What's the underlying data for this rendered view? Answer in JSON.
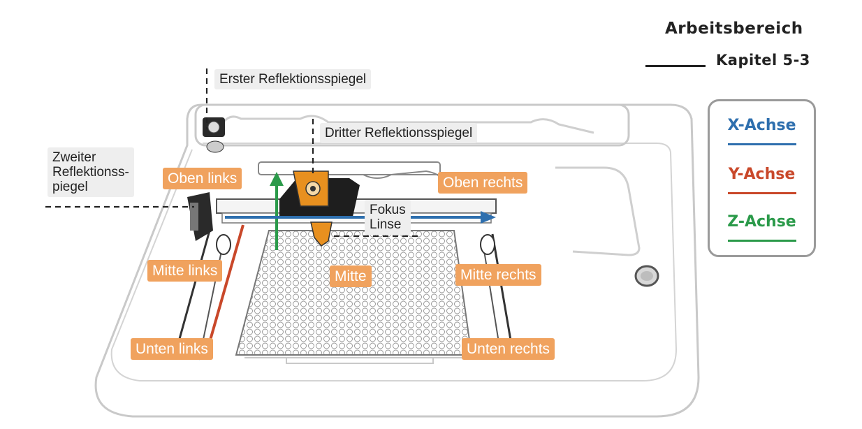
{
  "header": {
    "title": "Arbeitsbereich",
    "subtitle": "Kapitel 5-3"
  },
  "legend": {
    "items": [
      {
        "label": "X-Achse",
        "color": "#2e6fae"
      },
      {
        "label": "Y-Achse",
        "color": "#c9482a"
      },
      {
        "label": "Z-Achse",
        "color": "#2b9a4a"
      }
    ]
  },
  "callouts": {
    "mirror1": "Erster Reflektionsspiegel",
    "mirror2": "Zweiter\nReflektionss-\npiegel",
    "mirror3": "Dritter Reflektionsspiegel",
    "lens": "Fokus\nLinse"
  },
  "zones": {
    "top_left": "Oben links",
    "top_right": "Oben rechts",
    "mid_left": "Mitte links",
    "center": "Mitte",
    "mid_right": "Mitte rechts",
    "bottom_left": "Unten links",
    "bottom_right": "Unten rechts"
  },
  "colors": {
    "zone_label": "#f0a25e",
    "machine_outline": "#c9c9c9",
    "laser_head": "#1e1e1e",
    "laser_head_accent": "#e8901f"
  }
}
